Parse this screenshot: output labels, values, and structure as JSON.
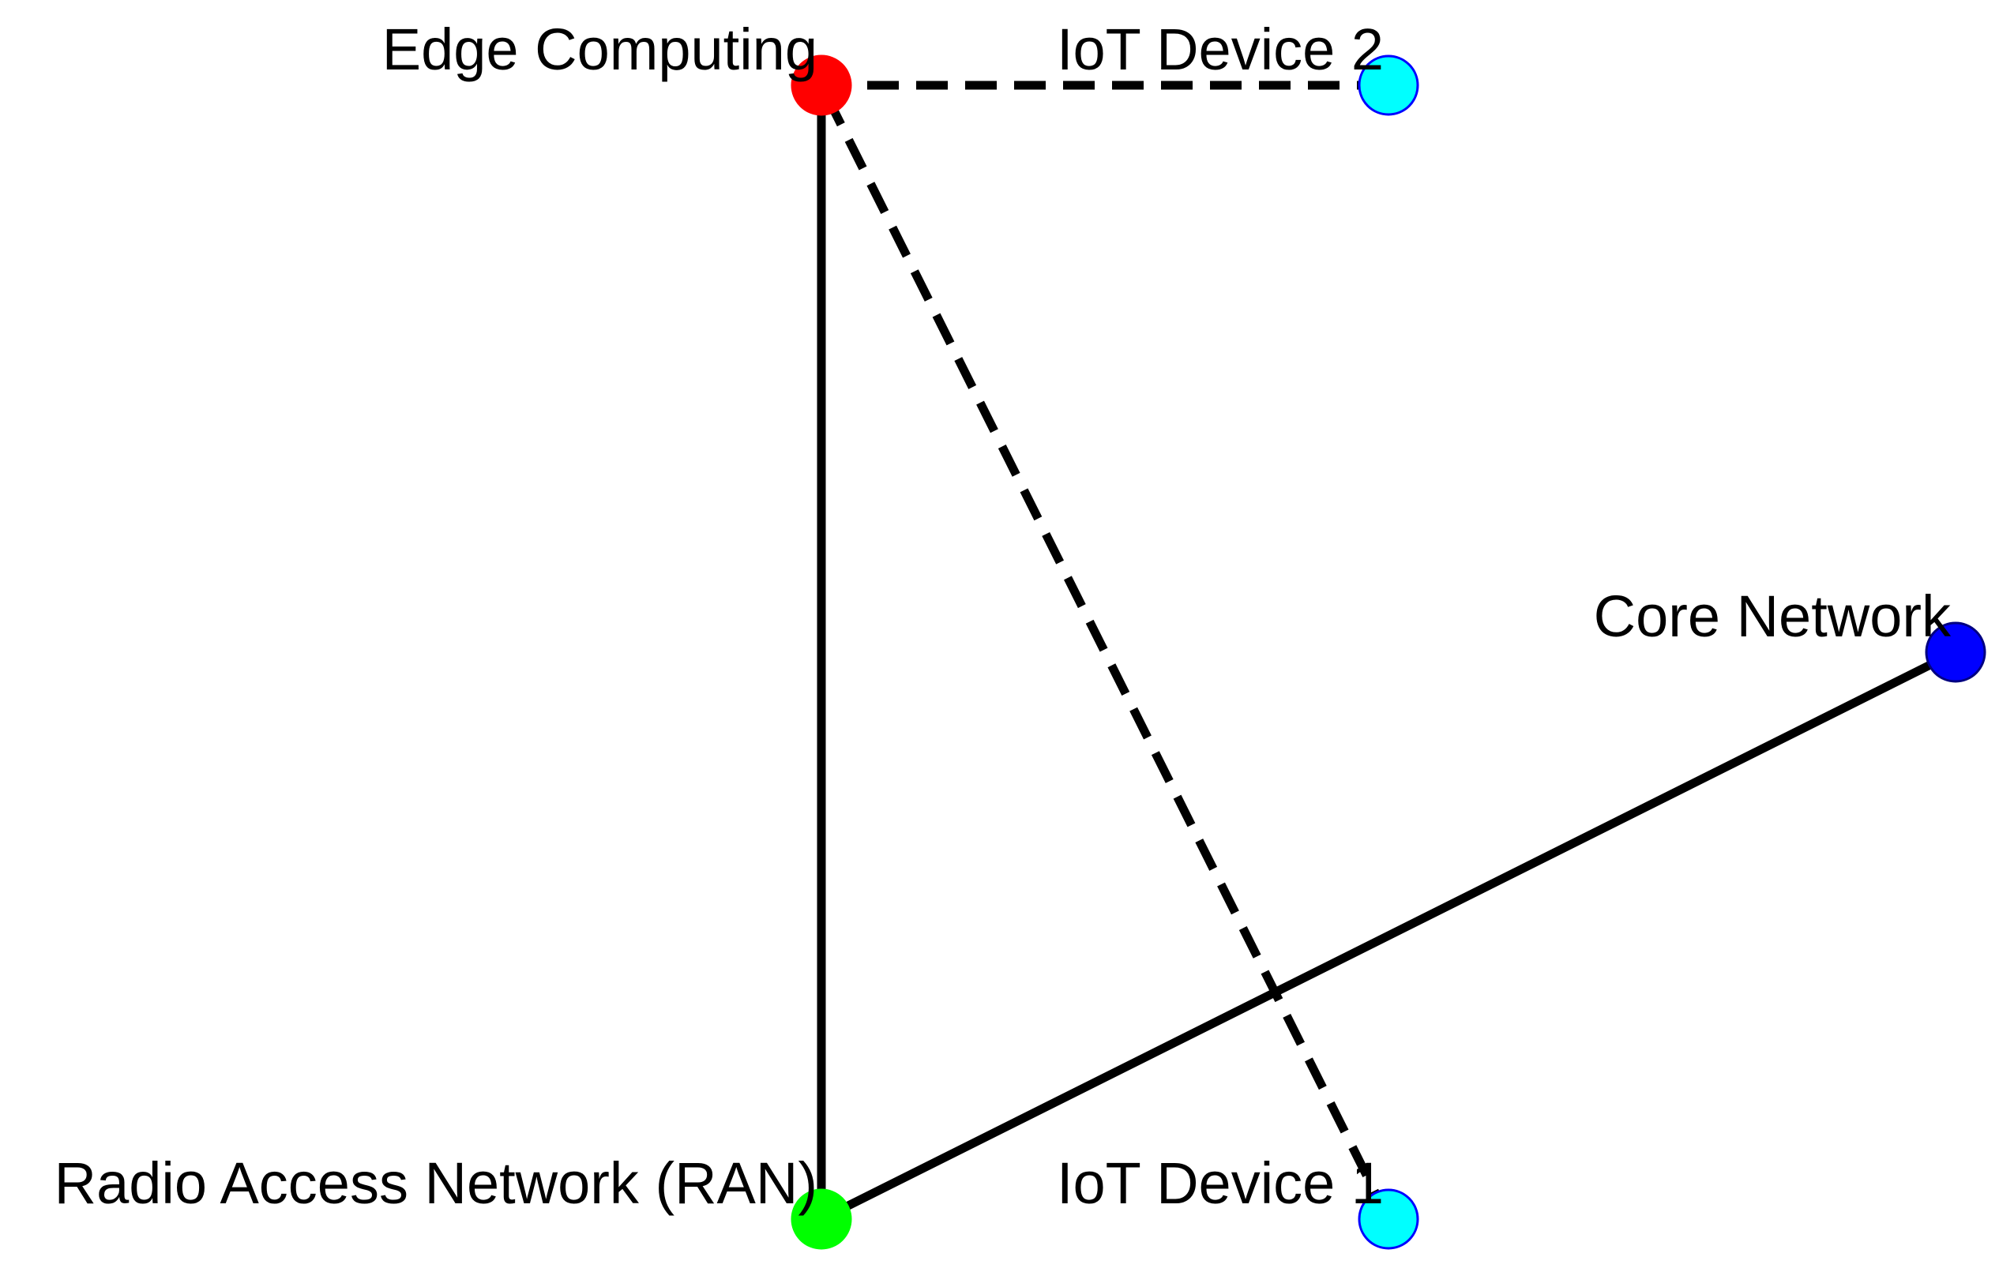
{
  "nodes": [
    {
      "id": "edge",
      "label": "Edge Computing",
      "color": "#ff0000",
      "border": "#ff0000"
    },
    {
      "id": "iot2",
      "label": "IoT Device 2",
      "color": "#00ffff",
      "border": "#0000ff"
    },
    {
      "id": "core",
      "label": "Core Network",
      "color": "#0000ff",
      "border": "#000080"
    },
    {
      "id": "ran",
      "label": "Radio Access Network (RAN)",
      "color": "#00ff00",
      "border": "#00ff00"
    },
    {
      "id": "iot1",
      "label": "IoT Device 1",
      "color": "#00ffff",
      "border": "#0000ff"
    }
  ],
  "edges": [
    {
      "from": "ran",
      "to": "edge",
      "style": "solid"
    },
    {
      "from": "ran",
      "to": "core",
      "style": "solid"
    },
    {
      "from": "iot2",
      "to": "edge",
      "style": "dashed"
    },
    {
      "from": "iot1",
      "to": "edge",
      "style": "dashed"
    }
  ]
}
